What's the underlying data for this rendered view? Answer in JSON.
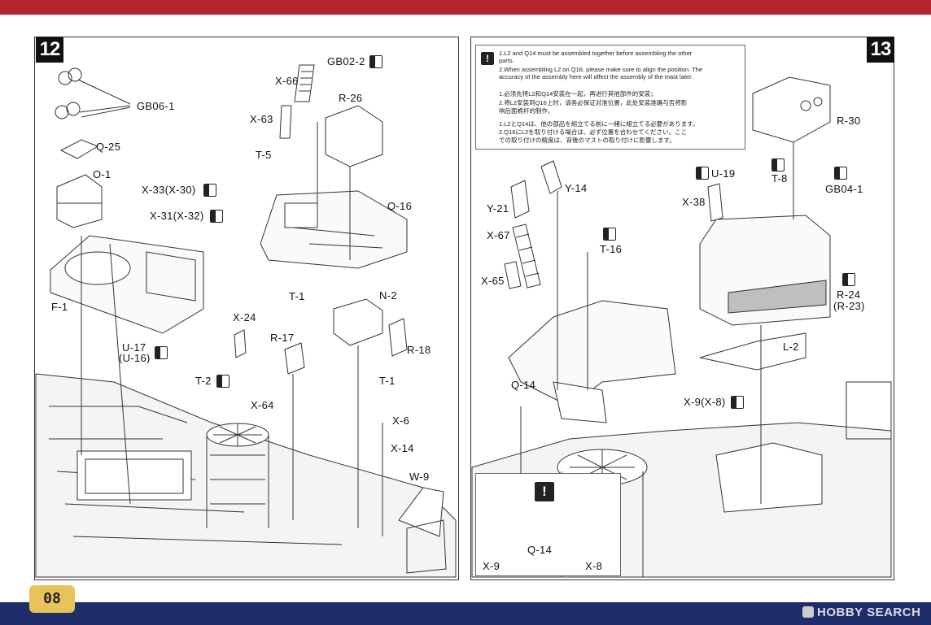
{
  "page_number": "08",
  "watermark": "HOBBY SEARCH",
  "colors": {
    "top_band": "#b3262d",
    "bottom_band": "#1f2d6b",
    "page_tab": "#e7c35a",
    "highlight_part": "#bfbfbf",
    "marker_red": "#e02020"
  },
  "steps": [
    {
      "number": "12",
      "labels": {
        "gb06_1": "GB06-1",
        "q25": "Q-25",
        "o1": "O-1",
        "x33": "X-33(X-30)",
        "x31": "X-31(X-32)",
        "f1": "F-1",
        "x66": "X-66",
        "gb02_2": "GB02-2",
        "r26": "R-26",
        "x63": "X-63",
        "t5": "T-5",
        "q16": "Q-16",
        "t1a": "T-1",
        "n2": "N-2",
        "x24": "X-24",
        "r17": "R-17",
        "r18": "R-18",
        "u17": "U-17",
        "u16": "(U-16)",
        "t2": "T-2",
        "x64": "X-64",
        "t1b": "T-1",
        "x6": "X-6",
        "x14": "X-14",
        "w9": "W-9"
      }
    },
    {
      "number": "13",
      "notes": [
        "1.L2 and Q14 must be assembled together before assembling the other",
        "   parts.",
        "2.When assembling L2 on Q16, please make sure to align the position. The",
        "   accuracy of the assembly here will affect the assembly of the mast later.",
        "1.必须先将L2和Q14安装在一起，再进行其他部件的安装；",
        "2.将L2安装到Q16上时，请务必保证对准位置，此处安装准确与否将影",
        "   响后面桅杆的制作。",
        "1.L2とQ14は、他の部品を組立てる前に一緒に組立てる必要があります。",
        "2.Q16にL2を取り付ける場合は、必ず位置を合わせてください。ここ",
        "   での取り付けの精度は、背後のマストの取り付けに影響します。"
      ],
      "labels": {
        "r30": "R-30",
        "u19": "U-19",
        "t8": "T-8",
        "gb04_1": "GB04-1",
        "y14": "Y-14",
        "x38": "X-38",
        "y21": "Y-21",
        "x67": "X-67",
        "t16": "T-16",
        "x65": "X-65",
        "r24": "R-24",
        "r23": "(R-23)",
        "l2": "L-2",
        "q14": "Q-14",
        "x9x8": "X-9(X-8)"
      },
      "inset": {
        "q14": "Q-14",
        "x9": "X-9",
        "x8": "X-8"
      }
    }
  ]
}
